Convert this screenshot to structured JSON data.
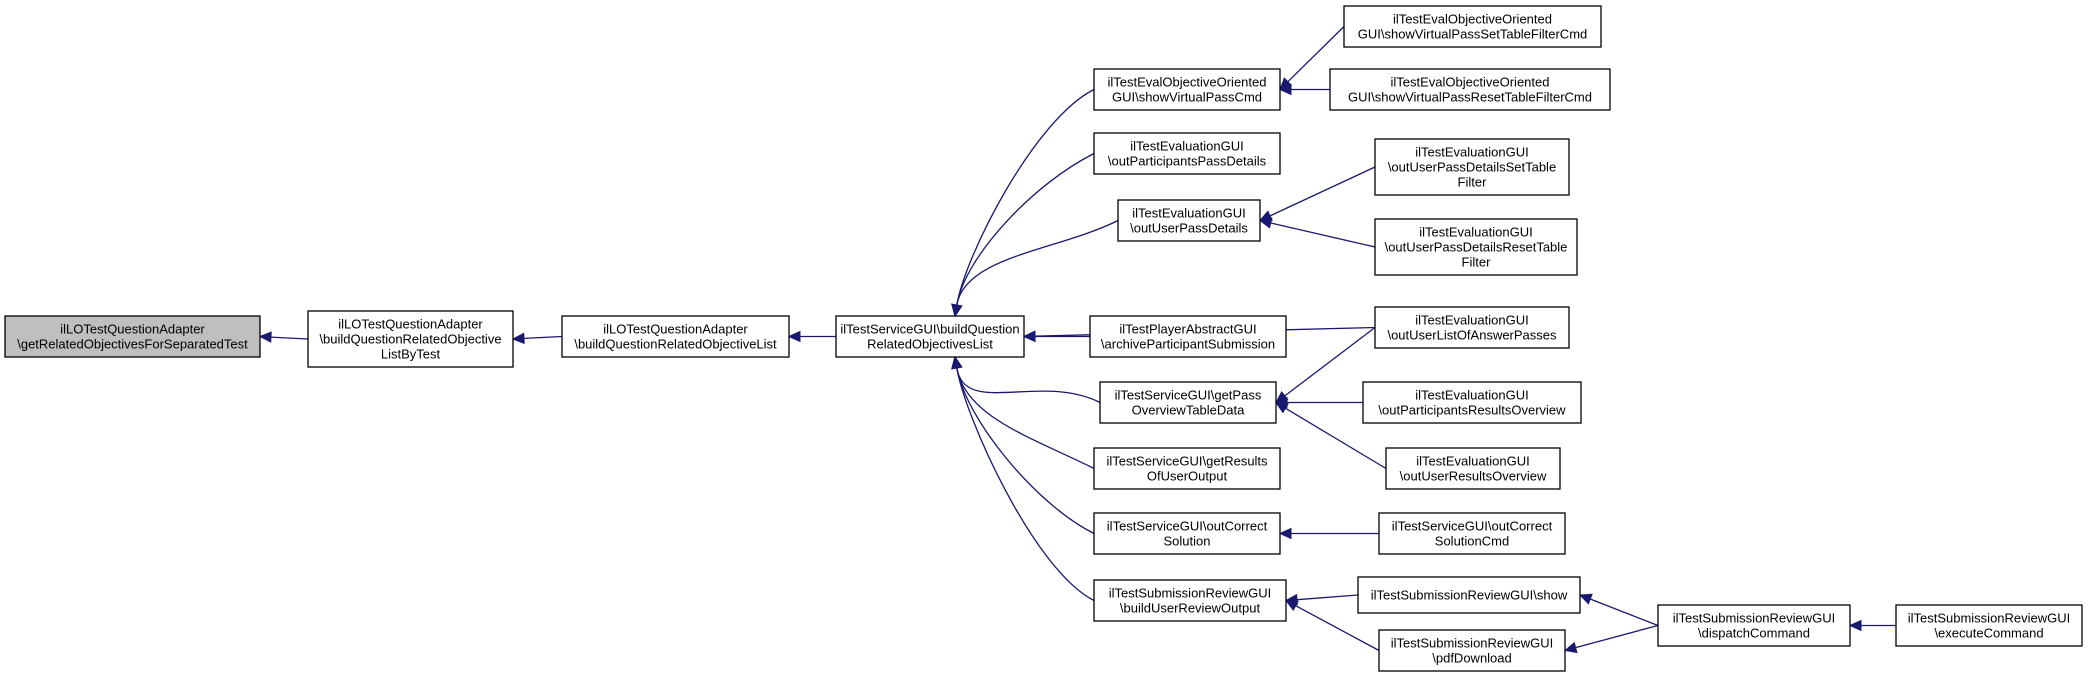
{
  "colors": {
    "edge": "#191970",
    "root_fill": "#bfbfbf",
    "node_fill": "#ffffff"
  },
  "nodes": [
    {
      "id": "n0",
      "lines": [
        "ilLOTestQuestionAdapter",
        "\\getRelatedObjectivesForSeparatedTest"
      ],
      "root": true
    },
    {
      "id": "n1",
      "lines": [
        "ilLOTestQuestionAdapter",
        "\\buildQuestionRelatedObjective",
        "ListByTest"
      ]
    },
    {
      "id": "n2",
      "lines": [
        "ilLOTestQuestionAdapter",
        "\\buildQuestionRelatedObjectiveList"
      ]
    },
    {
      "id": "n3",
      "lines": [
        "ilTestServiceGUI\\buildQuestion",
        "RelatedObjectivesList"
      ]
    },
    {
      "id": "n4",
      "lines": [
        "ilTestEvalObjectiveOriented",
        "GUI\\showVirtualPassCmd"
      ]
    },
    {
      "id": "n5",
      "lines": [
        "ilTestEvaluationGUI",
        "\\outParticipantsPassDetails"
      ]
    },
    {
      "id": "n6",
      "lines": [
        "ilTestEvaluationGUI",
        "\\outUserPassDetails"
      ]
    },
    {
      "id": "n7",
      "lines": [
        "ilTestPlayerAbstractGUI",
        "\\archiveParticipantSubmission"
      ]
    },
    {
      "id": "n8",
      "lines": [
        "ilTestServiceGUI\\getPass",
        "OverviewTableData"
      ]
    },
    {
      "id": "n9",
      "lines": [
        "ilTestServiceGUI\\getResults",
        "OfUserOutput"
      ]
    },
    {
      "id": "n10",
      "lines": [
        "ilTestServiceGUI\\outCorrect",
        "Solution"
      ]
    },
    {
      "id": "n11",
      "lines": [
        "ilTestSubmissionReviewGUI",
        "\\buildUserReviewOutput"
      ]
    },
    {
      "id": "n12",
      "lines": [
        "ilTestEvalObjectiveOriented",
        "GUI\\showVirtualPassSetTableFilterCmd"
      ]
    },
    {
      "id": "n13",
      "lines": [
        "ilTestEvalObjectiveOriented",
        "GUI\\showVirtualPassResetTableFilterCmd"
      ]
    },
    {
      "id": "n14",
      "lines": [
        "ilTestEvaluationGUI",
        "\\outUserPassDetailsSetTable",
        "Filter"
      ]
    },
    {
      "id": "n15",
      "lines": [
        "ilTestEvaluationGUI",
        "\\outUserPassDetailsResetTable",
        "Filter"
      ]
    },
    {
      "id": "n16",
      "lines": [
        "ilTestEvaluationGUI",
        "\\outUserListOfAnswerPasses"
      ]
    },
    {
      "id": "n17",
      "lines": [
        "ilTestEvaluationGUI",
        "\\outParticipantsResultsOverview"
      ]
    },
    {
      "id": "n18",
      "lines": [
        "ilTestEvaluationGUI",
        "\\outUserResultsOverview"
      ]
    },
    {
      "id": "n19",
      "lines": [
        "ilTestServiceGUI\\outCorrect",
        "SolutionCmd"
      ]
    },
    {
      "id": "n20",
      "lines": [
        "ilTestSubmissionReviewGUI\\show"
      ]
    },
    {
      "id": "n21",
      "lines": [
        "ilTestSubmissionReviewGUI",
        "\\pdfDownload"
      ]
    },
    {
      "id": "n22",
      "lines": [
        "ilTestSubmissionReviewGUI",
        "\\dispatchCommand"
      ]
    },
    {
      "id": "n23",
      "lines": [
        "ilTestSubmissionReviewGUI",
        "\\executeCommand"
      ]
    }
  ],
  "edges": [
    {
      "to": "n0",
      "from": "n1"
    },
    {
      "to": "n1",
      "from": "n2"
    },
    {
      "to": "n2",
      "from": "n3"
    },
    {
      "to": "n3",
      "from": "n4"
    },
    {
      "to": "n3",
      "from": "n5"
    },
    {
      "to": "n3",
      "from": "n6"
    },
    {
      "to": "n3",
      "from": "n16"
    },
    {
      "to": "n3",
      "from": "n7"
    },
    {
      "to": "n3",
      "from": "n8"
    },
    {
      "to": "n3",
      "from": "n9"
    },
    {
      "to": "n3",
      "from": "n10"
    },
    {
      "to": "n3",
      "from": "n11"
    },
    {
      "to": "n4",
      "from": "n12"
    },
    {
      "to": "n4",
      "from": "n13"
    },
    {
      "to": "n6",
      "from": "n14"
    },
    {
      "to": "n6",
      "from": "n15"
    },
    {
      "to": "n8",
      "from": "n16"
    },
    {
      "to": "n8",
      "from": "n17"
    },
    {
      "to": "n8",
      "from": "n18"
    },
    {
      "to": "n10",
      "from": "n19"
    },
    {
      "to": "n11",
      "from": "n20"
    },
    {
      "to": "n11",
      "from": "n21"
    },
    {
      "to": "n20",
      "from": "n22"
    },
    {
      "to": "n21",
      "from": "n22"
    },
    {
      "to": "n22",
      "from": "n23"
    }
  ]
}
